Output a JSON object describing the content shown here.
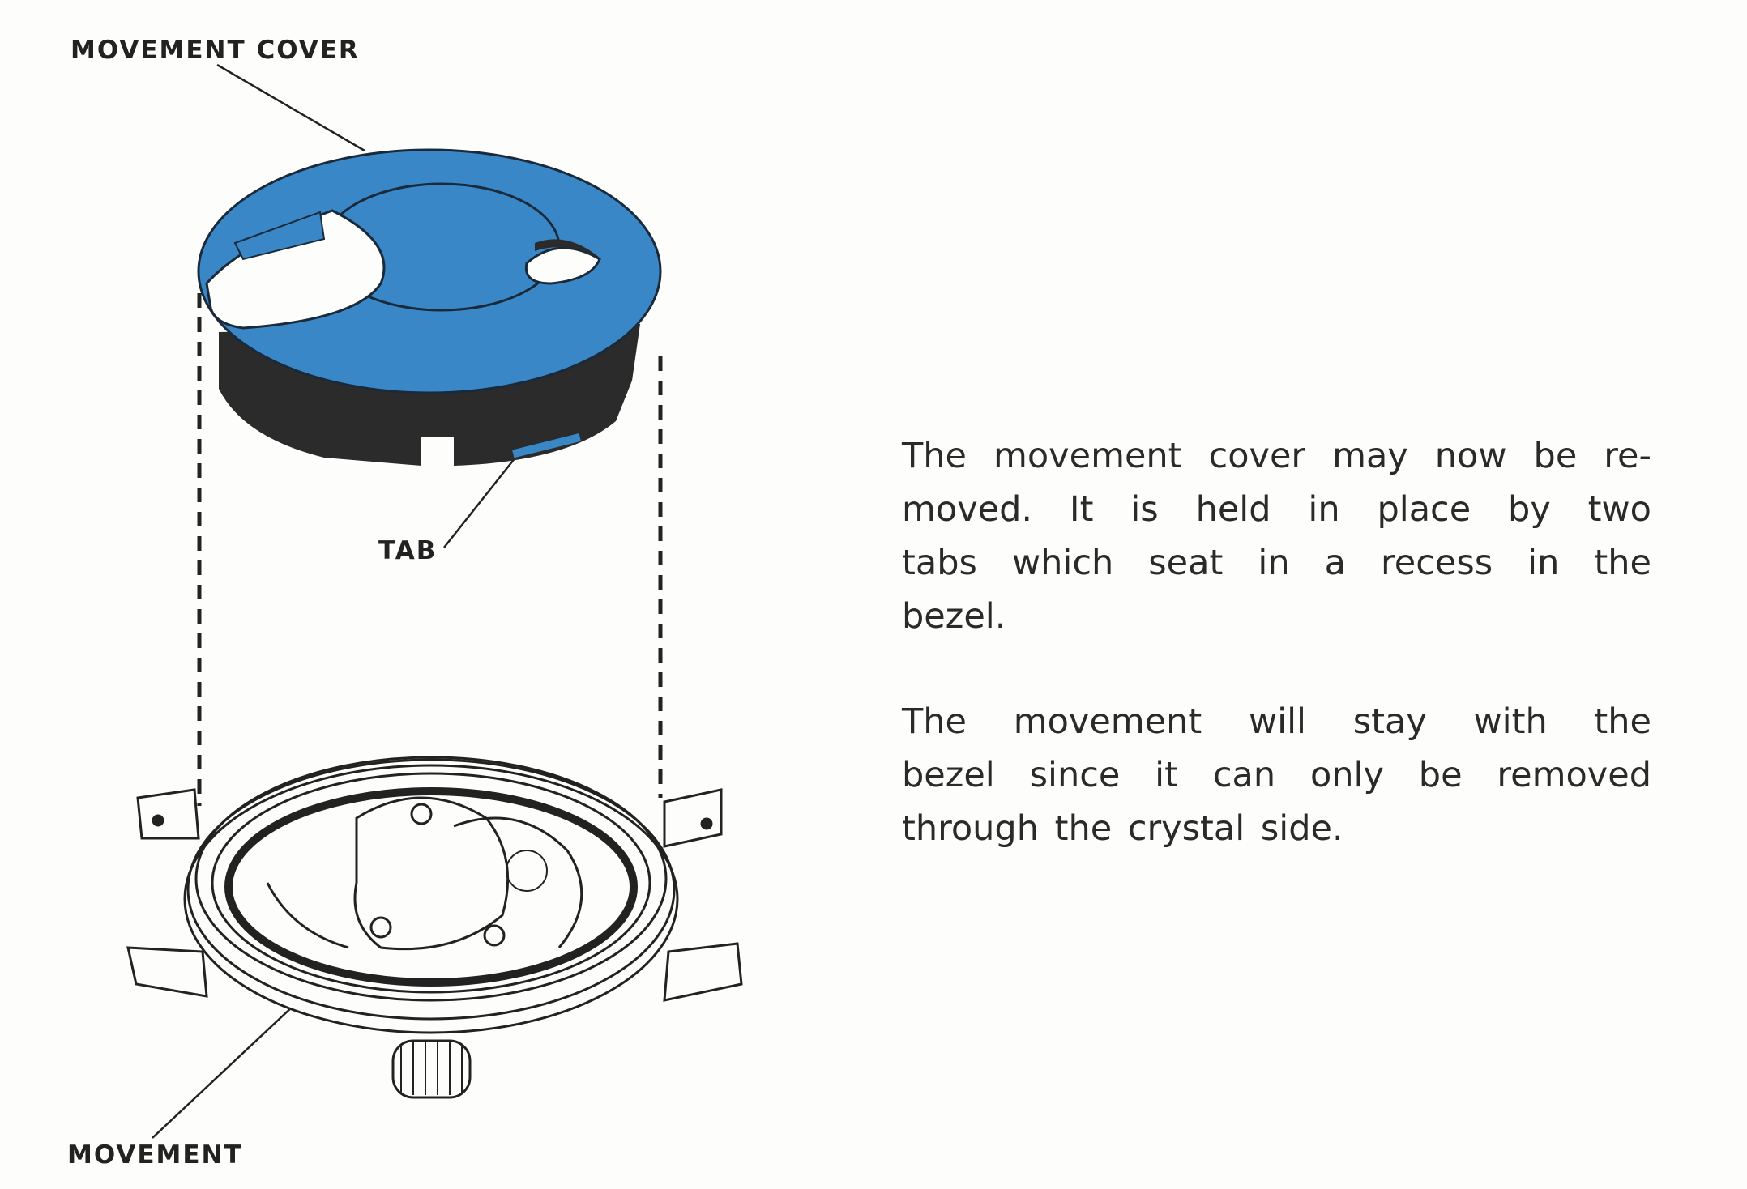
{
  "labels": {
    "movement_cover": "MOVEMENT COVER",
    "tab": "TAB",
    "movement": "MOVEMENT"
  },
  "text": {
    "paragraph_1": [
      "The movement cover may now be re-",
      "moved. It is held in place by two",
      "tabs which seat in a recess in the",
      "bezel."
    ],
    "paragraph_2": [
      "The movement will stay with the",
      "bezel since it can only be removed",
      "through the crystal side."
    ]
  },
  "colors": {
    "cover_blue": "#3a87c8",
    "shadow": "#2b2b2b",
    "ink": "#222222"
  }
}
